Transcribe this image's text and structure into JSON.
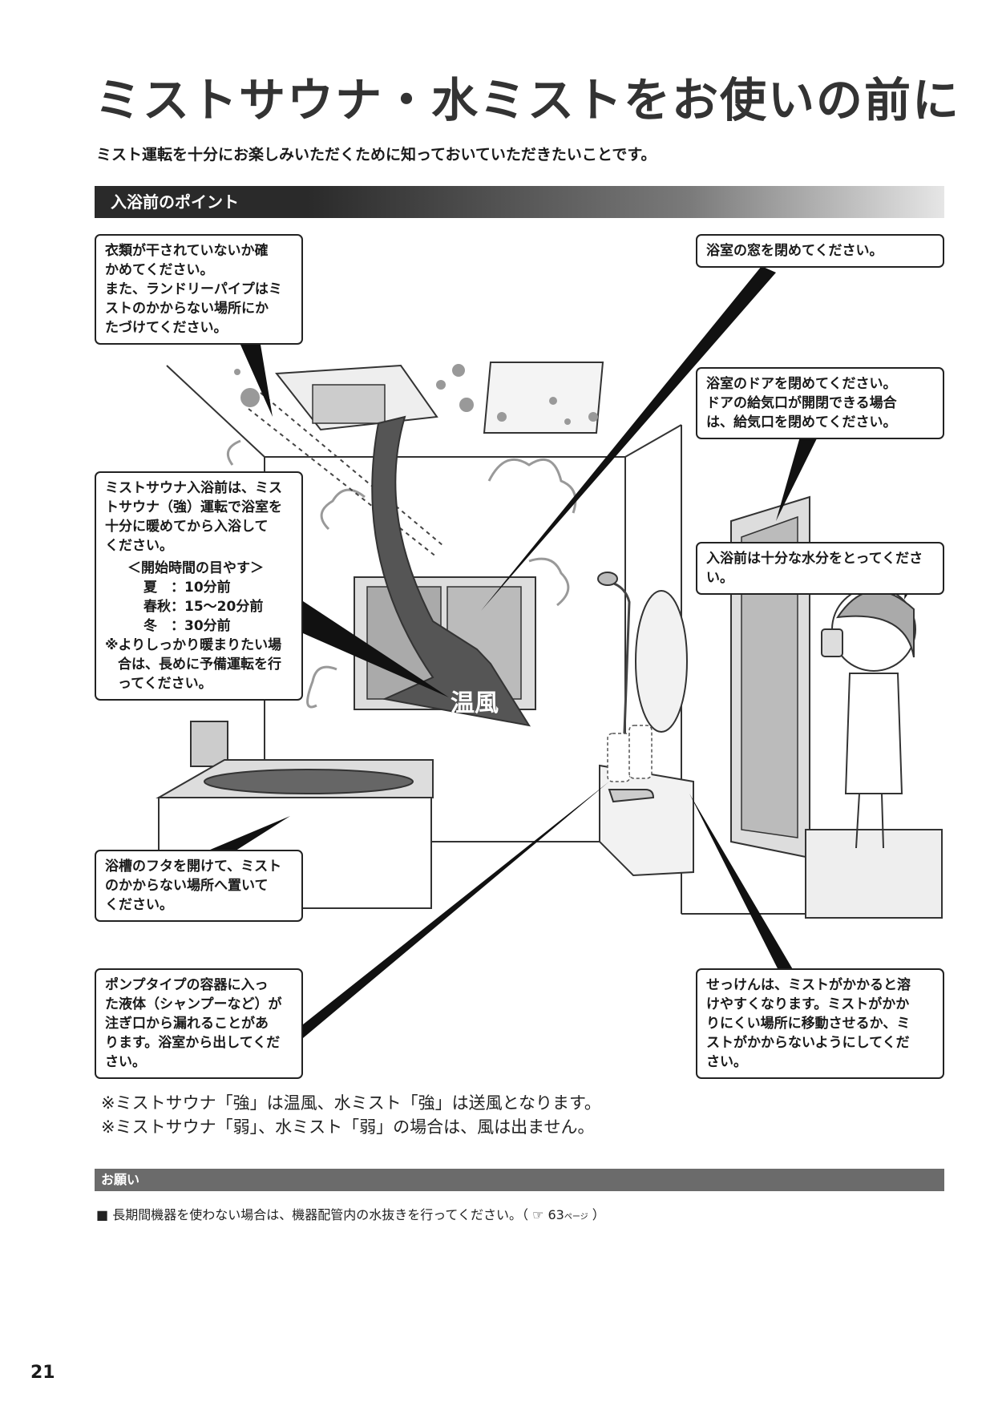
{
  "page": {
    "title": "ミストサウナ・水ミストをお使いの前に",
    "subtitle": "ミスト運転を十分にお楽しみいただくために知っておいていただきたいことです。",
    "section_title": "入浴前のポイント",
    "page_number": "21"
  },
  "callouts": {
    "clothes": [
      "衣類が干されていないか確",
      "かめてください。",
      "また、ランドリーパイプはミ",
      "ストのかからない場所にか",
      "たづけてください。"
    ],
    "window": [
      "浴室の窓を閉めてください。"
    ],
    "door": [
      "浴室のドアを閉めてください。",
      "ドアの給気口が開閉できる場合",
      "は、給気口を閉めてください。"
    ],
    "preheat": [
      "ミストサウナ入浴前は、ミス",
      "トサウナ（強）運転で浴室を",
      "十分に暖めてから入浴して",
      "ください。"
    ],
    "schedule_heading": "＜開始時間の目やす＞",
    "schedule": [
      "夏　：10分前",
      "春秋：15〜20分前",
      "冬　：30分前"
    ],
    "schedule_note": [
      "※よりしっかり暖まりたい場",
      "合は、長めに予備運転を行",
      "ってください。"
    ],
    "water": [
      "入浴前は十分な水分をとってください。"
    ],
    "tub": [
      "浴槽のフタを開けて、ミスト",
      "のかからない場所へ置いて",
      "ください。"
    ],
    "pump": [
      "ポンプタイプの容器に入っ",
      "た液体（シャンプーなど）が",
      "注ぎ口から漏れることがあ",
      "ります。浴室から出してくだ",
      "さい。"
    ],
    "soap": [
      "せっけんは、ミストがかかると溶",
      "けやすくなります。ミストがかか",
      "りにくい場所に移動させるか、ミ",
      "ストがかからないようにしてくだ",
      "さい。"
    ]
  },
  "illustration": {
    "warm_air_label": "温風"
  },
  "notes": [
    "※ミストサウナ「強」は温風、水ミスト「強」は送風となります。",
    "※ミストサウナ「弱」、水ミスト「弱」の場合は、風は出ません。"
  ],
  "onegai": {
    "title": "お願い",
    "bullet_marker": "■",
    "bullet_text": "長期間機器を使わない場合は、機器配管内の水抜きを行ってください。（",
    "ref_page": "63",
    "ref_unit": "ページ",
    "ref_close": "）"
  }
}
